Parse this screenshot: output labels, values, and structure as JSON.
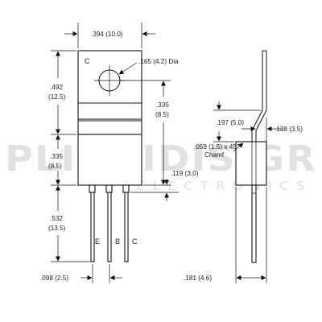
{
  "package": {
    "pin_labels": [
      "E",
      "B",
      "C"
    ],
    "tab_label": "C"
  },
  "dimensions": {
    "top_width": ".394 (10.0)",
    "hole_dia": ".165 (4.2) Dia",
    "tab_height_in": ".492",
    "tab_height_mm": "(12.5)",
    "hole_to_body_in": ".335",
    "hole_to_body_mm": "(8.5)",
    "body_height_in": ".335",
    "body_height_mm": "(8.5)",
    "pin_shoulder": ".119 (3.0)",
    "lead_length_in": ".532",
    "lead_length_mm": "(13.5)",
    "pin_pitch": ".098 (2.5)",
    "side_bend": ".197 (5.0)",
    "side_offset": ".138 (3.5)",
    "chamfer_line1": ".059 (1.5) x 45°",
    "chamfer_line2": "Chamf",
    "side_thickness": ".181 (4.6)"
  },
  "watermark": {
    "brand": "PLIANIDIS.GR",
    "sub": "ELECTRONICS"
  }
}
